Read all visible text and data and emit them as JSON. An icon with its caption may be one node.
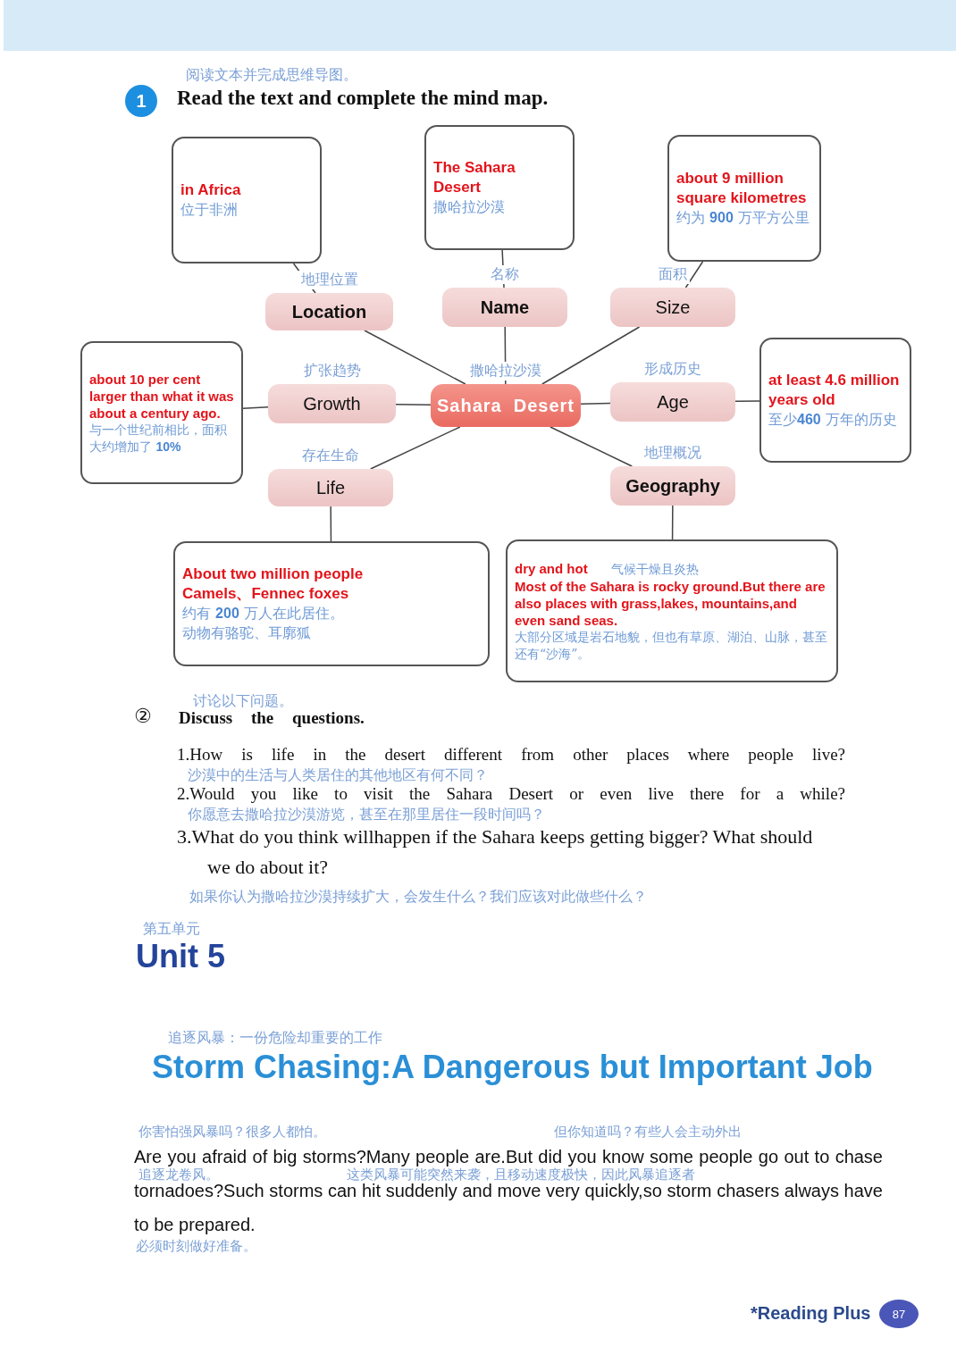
{
  "diagram": {
    "nodes": [
      {
        "text": [
          "撒哈拉沙漠",
          "Sahara  Desert"
        ]
      },
      {
        "text": [
          "地理位置",
          "Location"
        ]
      },
      {
        "text": [
          "名称",
          "Name"
        ]
      },
      {
        "text": [
          "面积",
          "Size"
        ]
      },
      {
        "text": [
          "扩张趋势",
          "Growth"
        ]
      },
      {
        "text": [
          "形成历史",
          "Age"
        ]
      },
      {
        "text": [
          "存在生命",
          "Life"
        ]
      },
      {
        "text": [
          "地理概况",
          "Geography"
        ]
      },
      {
        "text": [
          "in Africa",
          "位于非洲"
        ]
      },
      {
        "text": [
          "The Sahara Desert",
          "撒哈拉沙漠"
        ]
      },
      {
        "text": [
          "about 9 million square kilometres",
          "约为 **900** 万平方公里"
        ]
      },
      {
        "text": [
          "about 10 per cent larger than what it was about a century ago.",
          "与一个世纪前相比，面积大约增加了 **10%**"
        ]
      },
      {
        "text": [
          "at least  4.6 million years old",
          "至少**460** 万年的历史"
        ]
      },
      {
        "text": [
          "About two million people",
          "Camels、Fennec foxes",
          "约有 **200** 万人在此居住。",
          "动物有骆驼、耳廓狐"
        ]
      },
      {
        "text": [
          "dry and hot",
          "气候干燥且炎热",
          "Most of the Sahara is rocky ground.But there are also places with grass,lakes, mountains,and even sand seas.",
          "大部分区域是岩石地貌，但也有草原、湖泊、山脉，甚至还有“沙海”。"
        ]
      }
    ],
    "edges": [
      {
        "from": 0,
        "to": 1,
        "arrow": "none"
      },
      {
        "from": 0,
        "to": 2,
        "arrow": "none"
      },
      {
        "from": 0,
        "to": 3,
        "arrow": "none"
      },
      {
        "from": 0,
        "to": 4,
        "arrow": "none"
      },
      {
        "from": 0,
        "to": 5,
        "arrow": "none"
      },
      {
        "from": 0,
        "to": 6,
        "arrow": "none"
      },
      {
        "from": 0,
        "to": 7,
        "arrow": "none"
      },
      {
        "from": 1,
        "to": 8,
        "arrow": "none"
      },
      {
        "from": 2,
        "to": 9,
        "arrow": "none"
      },
      {
        "from": 3,
        "to": 10,
        "arrow": "none"
      },
      {
        "from": 4,
        "to": 11,
        "arrow": "none"
      },
      {
        "from": 5,
        "to": 12,
        "arrow": "none"
      },
      {
        "from": 6,
        "to": 13,
        "arrow": "none"
      },
      {
        "from": 7,
        "to": 14,
        "arrow": "none"
      }
    ],
    "labels": [
      "阅读文本并完成思维导图。",
      "1",
      "Read the text and complete the mind map.",
      "②",
      "讨论以下问题。",
      "Discuss the questions.",
      "1.How is life in the desert different from other places where people live?",
      "沙漠中的生活与人类居住的其他地区有何不同？",
      "2.Would you like to visit the Sahara Desert or even live there for a while?",
      "你愿意去撒哈拉沙漠游览，甚至在那里居住一段时间吗？",
      "3.What do you think willhappen if the Sahara keeps getting bigger? What should we do about it?",
      "如果你认为撒哈拉沙漠持续扩大，会发生什么？我们应该对此做些什么？",
      "第五单元",
      "Unit 5",
      "追逐风暴：一份危险却重要的工作",
      "Storm Chasing:A Dangerous but Important Job",
      "你害怕强风暴吗？很多人都怕。",
      "但你知道吗？有些人会主动外出",
      "Are you afraid of big storms?Many people are.But did you know some people go out to chase tornadoes?Such storms can hit suddenly and move very quickly,so storm chasers always have to be prepared.",
      "追逐龙卷风。",
      "这类风暴可能突然来袭，且移动速度极快，因此风暴追逐者",
      "必须时刻做好准备。",
      "*Reading Plus",
      "87"
    ]
  }
}
